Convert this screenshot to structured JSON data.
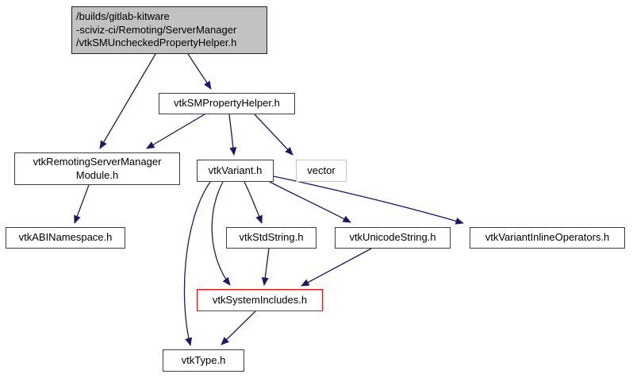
{
  "diagram": {
    "kind": "include-dependency-graph",
    "colors": {
      "edge": "#191970",
      "root_fill": "#c2c2c2",
      "node_border": "#3d3d3d",
      "truncated_node_border": "#ff0000",
      "external_node_border": "#c4c4c4",
      "background": "#ffffff"
    },
    "nodes": {
      "root": {
        "label": "/builds/gitlab-kitware\n-sciviz-ci/Remoting/ServerManager\n/vtkSMUncheckedPropertyHelper.h"
      },
      "sm_property_helper": {
        "label": "vtkSMPropertyHelper.h"
      },
      "remoting_server_manager_module": {
        "label": "vtkRemotingServerManager\nModule.h"
      },
      "variant": {
        "label": "vtkVariant.h"
      },
      "vector": {
        "label": "vector"
      },
      "abi_namespace": {
        "label": "vtkABINamespace.h"
      },
      "std_string": {
        "label": "vtkStdString.h"
      },
      "unicode_string": {
        "label": "vtkUnicodeString.h"
      },
      "variant_inline_operators": {
        "label": "vtkVariantInlineOperators.h"
      },
      "system_includes": {
        "label": "vtkSystemIncludes.h"
      },
      "type": {
        "label": "vtkType.h"
      }
    },
    "edges": [
      {
        "from": "root",
        "to": "sm_property_helper"
      },
      {
        "from": "root",
        "to": "remoting_server_manager_module"
      },
      {
        "from": "sm_property_helper",
        "to": "remoting_server_manager_module"
      },
      {
        "from": "sm_property_helper",
        "to": "variant"
      },
      {
        "from": "sm_property_helper",
        "to": "vector"
      },
      {
        "from": "remoting_server_manager_module",
        "to": "abi_namespace"
      },
      {
        "from": "variant",
        "to": "std_string"
      },
      {
        "from": "variant",
        "to": "unicode_string"
      },
      {
        "from": "variant",
        "to": "variant_inline_operators"
      },
      {
        "from": "variant",
        "to": "system_includes"
      },
      {
        "from": "variant",
        "to": "type"
      },
      {
        "from": "std_string",
        "to": "system_includes"
      },
      {
        "from": "unicode_string",
        "to": "system_includes"
      },
      {
        "from": "system_includes",
        "to": "type"
      }
    ]
  }
}
